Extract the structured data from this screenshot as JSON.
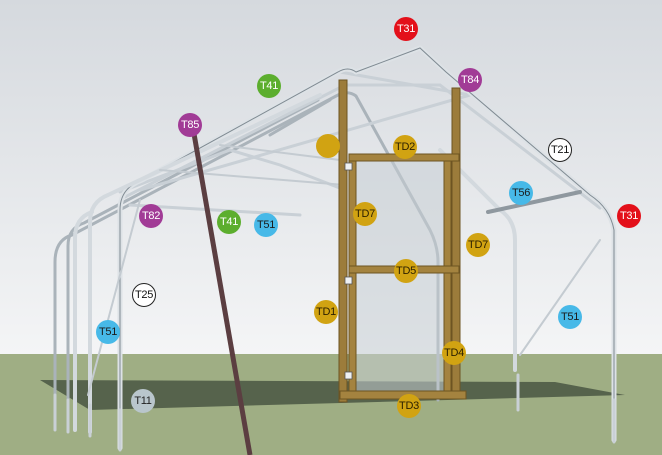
{
  "colors": {
    "sky_top": "#d7dbe0",
    "sky_bottom": "#f3f4f6",
    "ground": "#9fae84",
    "wood": "#9c7c3b",
    "wood_dark": "#6d5422",
    "brace": "#5b3e41",
    "pipe": "#d8dde2",
    "pipe_dark": "#8a949c"
  },
  "labels": [
    {
      "text": "T31",
      "style": "red"
    },
    {
      "text": "T84",
      "style": "purple"
    },
    {
      "text": "T41",
      "style": "green"
    },
    {
      "text": "T85",
      "style": "purple"
    },
    {
      "text": "",
      "style": "empty"
    },
    {
      "text": "TD2",
      "style": "gold"
    },
    {
      "text": "T21",
      "style": "white"
    },
    {
      "text": "T82",
      "style": "purple"
    },
    {
      "text": "T41",
      "style": "green"
    },
    {
      "text": "T51",
      "style": "blue"
    },
    {
      "text": "TD7",
      "style": "gold"
    },
    {
      "text": "T56",
      "style": "blue"
    },
    {
      "text": "T31",
      "style": "red"
    },
    {
      "text": "TD7",
      "style": "gold"
    },
    {
      "text": "TD5",
      "style": "gold"
    },
    {
      "text": "T25",
      "style": "white"
    },
    {
      "text": "TD1",
      "style": "gold"
    },
    {
      "text": "T51",
      "style": "blue"
    },
    {
      "text": "T51",
      "style": "blue"
    },
    {
      "text": "TD4",
      "style": "gold"
    },
    {
      "text": "T11",
      "style": "grey"
    },
    {
      "text": "TD3",
      "style": "gold"
    }
  ]
}
